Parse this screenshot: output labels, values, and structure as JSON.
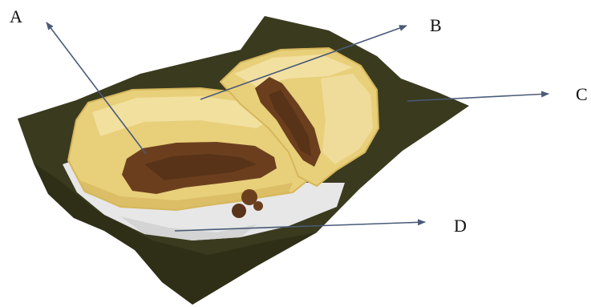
{
  "labels": {
    "a": "A",
    "b": "B",
    "c": "C",
    "d": "D"
  },
  "colors": {
    "leaf": "#3a3a1f",
    "leaf_shade": "#2b2b15",
    "pastry": "#e8cf7a",
    "pastry_light": "#f3e3a8",
    "pastry_edge": "#d6b75c",
    "filling": "#6b3f1e",
    "filling_dark": "#4a2a12",
    "powder": "#e7e7e7",
    "arrow": "#4a5a78"
  }
}
